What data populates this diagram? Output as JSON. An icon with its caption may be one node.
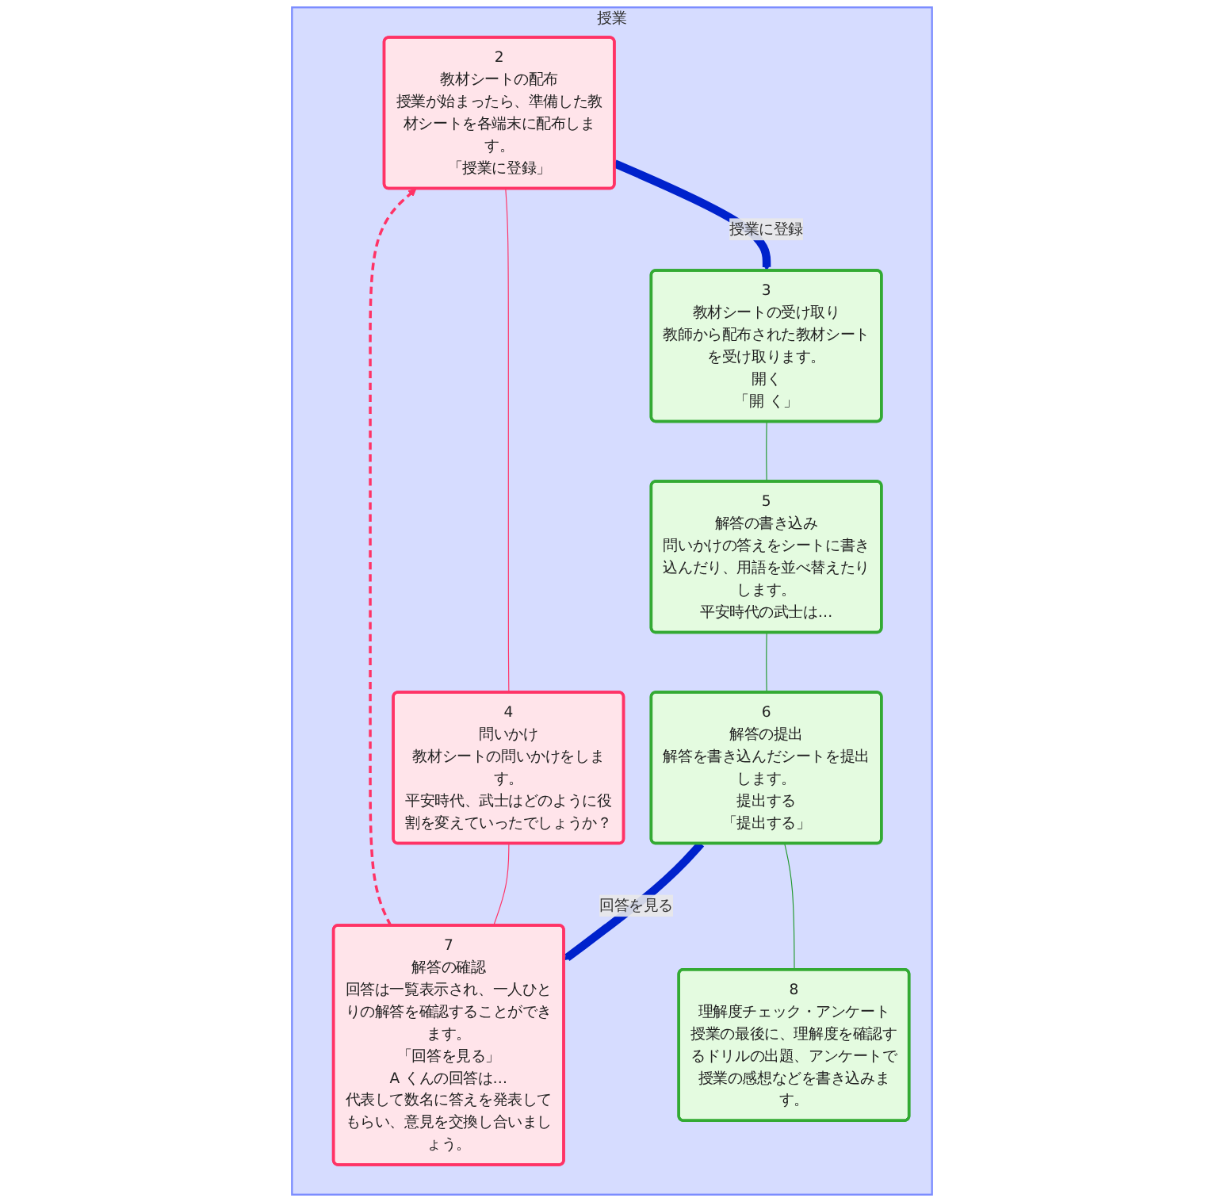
{
  "diagram": {
    "nodes": [
      {
        "text": [
          "授業"
        ]
      },
      {
        "text": [
          "2",
          "教材シートの配布",
          "授業が始まったら、準備した教材シートを各端末に配布します。",
          "「授業に登録」"
        ],
        "in": 0
      },
      {
        "text": [
          "3",
          "教材シートの受け取り",
          "教師から配布された教材シートを受け取ります。",
          "開く",
          "「開 く」"
        ],
        "in": 0
      },
      {
        "text": [
          "4",
          "問いかけ",
          "教材シートの問いかけをします。",
          "平安時代、武士はどのように役割を変えていったでしょうか？"
        ],
        "in": 0
      },
      {
        "text": [
          "5",
          "解答の書き込み",
          "問いかけの答えをシートに書き込んだり、用語を並べ替えたりします。",
          "平安時代の武士は…"
        ],
        "in": 0
      },
      {
        "text": [
          "6",
          "解答の提出",
          "解答を書き込んだシートを提出します。",
          "提出する",
          "「提出する」"
        ],
        "in": 0
      },
      {
        "text": [
          "7",
          "解答の確認",
          "回答は一覧表示され、一人ひとりの解答を確認することができます。",
          "「回答を見る」",
          "A くんの回答は…",
          "代表して数名に答えを発表してもらい、意見を交換し合いましょう。"
        ],
        "in": 0
      },
      {
        "text": [
          "8",
          "理解度チェック・アンケート",
          "授業の最後に、理解度を確認するドリルの出題、アンケートで授業の感想などを書き込みます。"
        ],
        "in": 0
      }
    ],
    "edges": [
      {
        "from": 1,
        "to": 2,
        "arrow": "to",
        "label": "授業に登録",
        "style": "thick",
        "color": "#0022cc"
      },
      {
        "from": 5,
        "to": 6,
        "arrow": "to",
        "label": "回答を見る",
        "style": "thick",
        "color": "#0022cc"
      },
      {
        "from": 6,
        "to": 1,
        "arrow": "to",
        "style": "dashed",
        "color": "#ff3366"
      },
      {
        "from": 1,
        "to": 3,
        "arrow": "none",
        "color": "#ff3366"
      },
      {
        "from": 3,
        "to": 6,
        "arrow": "none",
        "color": "#ff3366"
      },
      {
        "from": 2,
        "to": 4,
        "arrow": "none",
        "color": "#22992e"
      },
      {
        "from": 4,
        "to": 5,
        "arrow": "none",
        "color": "#22992e"
      },
      {
        "from": 5,
        "to": 7,
        "arrow": "none",
        "color": "#22992e"
      }
    ]
  }
}
